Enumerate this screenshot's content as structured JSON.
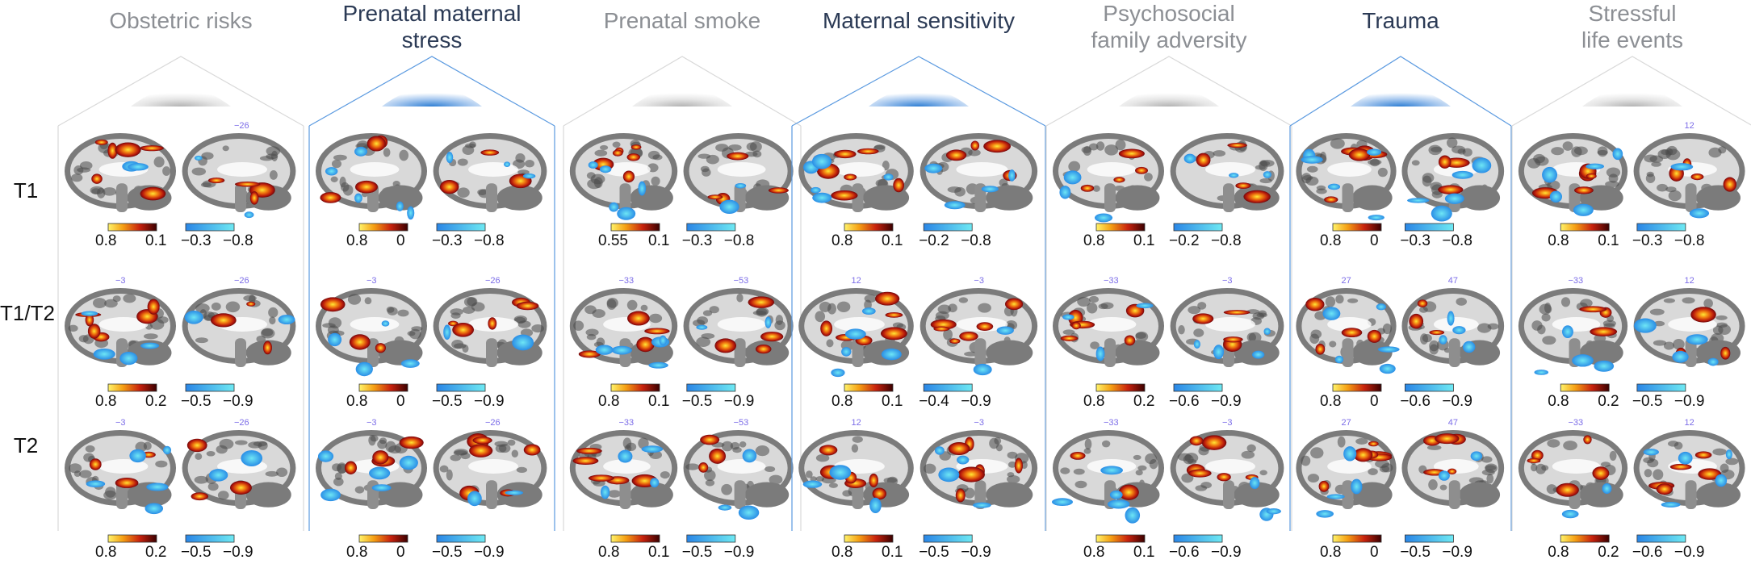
{
  "row_labels": [
    "T1",
    "T1/T2",
    "T2"
  ],
  "columns": [
    {
      "title": "Obstetric risks",
      "highlight": false,
      "rows": [
        {
          "pos_max": "0.8",
          "pos_min": "0.1",
          "neg_min": "−0.3",
          "neg_max": "−0.8",
          "slice_left": "",
          "slice_right": "−26"
        },
        {
          "pos_max": "0.8",
          "pos_min": "0.2",
          "neg_min": "−0.5",
          "neg_max": "−0.9",
          "slice_left": "−3",
          "slice_right": "−26"
        },
        {
          "pos_max": "0.8",
          "pos_min": "0.2",
          "neg_min": "−0.5",
          "neg_max": "−0.9",
          "slice_left": "−3",
          "slice_right": "−26"
        }
      ]
    },
    {
      "title": "Prenatal maternal\nstress",
      "highlight": true,
      "rows": [
        {
          "pos_max": "0.8",
          "pos_min": "0",
          "neg_min": "−0.3",
          "neg_max": "−0.8",
          "slice_left": "",
          "slice_right": ""
        },
        {
          "pos_max": "0.8",
          "pos_min": "0",
          "neg_min": "−0.5",
          "neg_max": "−0.9",
          "slice_left": "−3",
          "slice_right": "−26"
        },
        {
          "pos_max": "0.8",
          "pos_min": "0",
          "neg_min": "−0.5",
          "neg_max": "−0.9",
          "slice_left": "−3",
          "slice_right": "−26"
        }
      ]
    },
    {
      "title": "Prenatal smoke",
      "highlight": false,
      "rows": [
        {
          "pos_max": "0.55",
          "pos_min": "0.1",
          "neg_min": "−0.3",
          "neg_max": "−0.8",
          "slice_left": "",
          "slice_right": ""
        },
        {
          "pos_max": "0.8",
          "pos_min": "0.1",
          "neg_min": "−0.5",
          "neg_max": "−0.9",
          "slice_left": "−33",
          "slice_right": "−53"
        },
        {
          "pos_max": "0.8",
          "pos_min": "0.1",
          "neg_min": "−0.5",
          "neg_max": "−0.9",
          "slice_left": "−33",
          "slice_right": "−53"
        }
      ]
    },
    {
      "title": "Maternal sensitivity",
      "highlight": true,
      "rows": [
        {
          "pos_max": "0.8",
          "pos_min": "0.1",
          "neg_min": "−0.2",
          "neg_max": "−0.8",
          "slice_left": "",
          "slice_right": ""
        },
        {
          "pos_max": "0.8",
          "pos_min": "0.1",
          "neg_min": "−0.4",
          "neg_max": "−0.9",
          "slice_left": "12",
          "slice_right": "−3"
        },
        {
          "pos_max": "0.8",
          "pos_min": "0.1",
          "neg_min": "−0.5",
          "neg_max": "−0.9",
          "slice_left": "12",
          "slice_right": "−3"
        }
      ]
    },
    {
      "title": "Psychosocial\nfamily adversity",
      "highlight": false,
      "rows": [
        {
          "pos_max": "0.8",
          "pos_min": "0.1",
          "neg_min": "−0.2",
          "neg_max": "−0.8",
          "slice_left": "",
          "slice_right": ""
        },
        {
          "pos_max": "0.8",
          "pos_min": "0.2",
          "neg_min": "−0.6",
          "neg_max": "−0.9",
          "slice_left": "−33",
          "slice_right": "−3"
        },
        {
          "pos_max": "0.8",
          "pos_min": "0.1",
          "neg_min": "−0.6",
          "neg_max": "−0.9",
          "slice_left": "−33",
          "slice_right": "−3"
        }
      ]
    },
    {
      "title": "Trauma",
      "highlight": true,
      "rows": [
        {
          "pos_max": "0.8",
          "pos_min": "0",
          "neg_min": "−0.3",
          "neg_max": "−0.8",
          "slice_left": "",
          "slice_right": ""
        },
        {
          "pos_max": "0.8",
          "pos_min": "0",
          "neg_min": "−0.6",
          "neg_max": "−0.9",
          "slice_left": "27",
          "slice_right": "47"
        },
        {
          "pos_max": "0.8",
          "pos_min": "0",
          "neg_min": "−0.5",
          "neg_max": "−0.9",
          "slice_left": "27",
          "slice_right": "47"
        }
      ]
    },
    {
      "title": "Stressful\nlife events",
      "highlight": false,
      "rows": [
        {
          "pos_max": "0.8",
          "pos_min": "0.1",
          "neg_min": "−0.3",
          "neg_max": "−0.8",
          "slice_left": "",
          "slice_right": "12"
        },
        {
          "pos_max": "0.8",
          "pos_min": "0.2",
          "neg_min": "−0.5",
          "neg_max": "−0.9",
          "slice_left": "−33",
          "slice_right": "12"
        },
        {
          "pos_max": "0.8",
          "pos_min": "0.2",
          "neg_min": "−0.6",
          "neg_max": "−0.9",
          "slice_left": "−33",
          "slice_right": "12"
        }
      ]
    }
  ],
  "colors": {
    "brain_gray": "#7b7b7b",
    "brain_dark": "#4a4a4a",
    "brain_light": "#d9d9d9",
    "positive_hot": "#f5d21a",
    "positive_mid": "#d23a12",
    "positive_dark": "#6e0b0b",
    "negative_light": "#59d8ef",
    "negative_dark": "#2a86e6",
    "highlight_line": "#5b9ae0",
    "muted_line": "#d9d9d9",
    "active_title": "#2b3a55",
    "muted_title": "#8c8f94",
    "slice_number": "#7c6de8"
  }
}
